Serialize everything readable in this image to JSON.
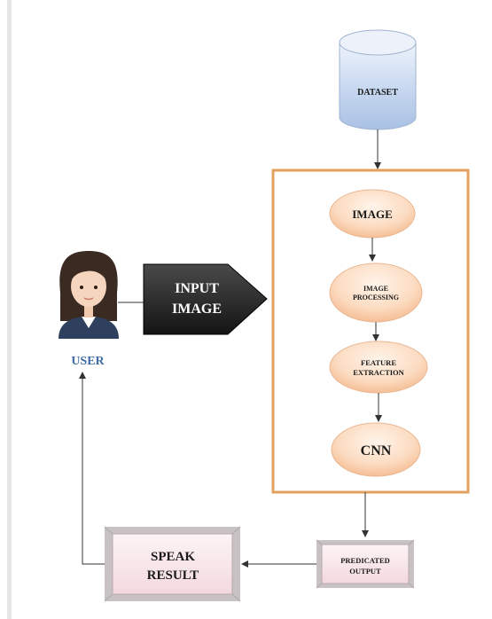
{
  "nodes": {
    "dataset": "DATASET",
    "image": "IMAGE",
    "image_processing": [
      "IMAGE",
      "PROCESSING"
    ],
    "feature_extraction": [
      "FEATURE",
      "EXTRACTION"
    ],
    "cnn": "CNN",
    "input_image": [
      "INPUT",
      "IMAGE"
    ],
    "user": "USER",
    "speak_result": [
      "SPEAK",
      "RESULT"
    ],
    "predicated_output": [
      "PREDICATED",
      "OUTPUT"
    ]
  },
  "colors": {
    "process_frame": "#e3a15f",
    "oval_fill": "#fad4b6",
    "cylinder_fill": "#c6d7ef",
    "user_label": "#3f6ea6",
    "input_arrow": "#262626"
  }
}
